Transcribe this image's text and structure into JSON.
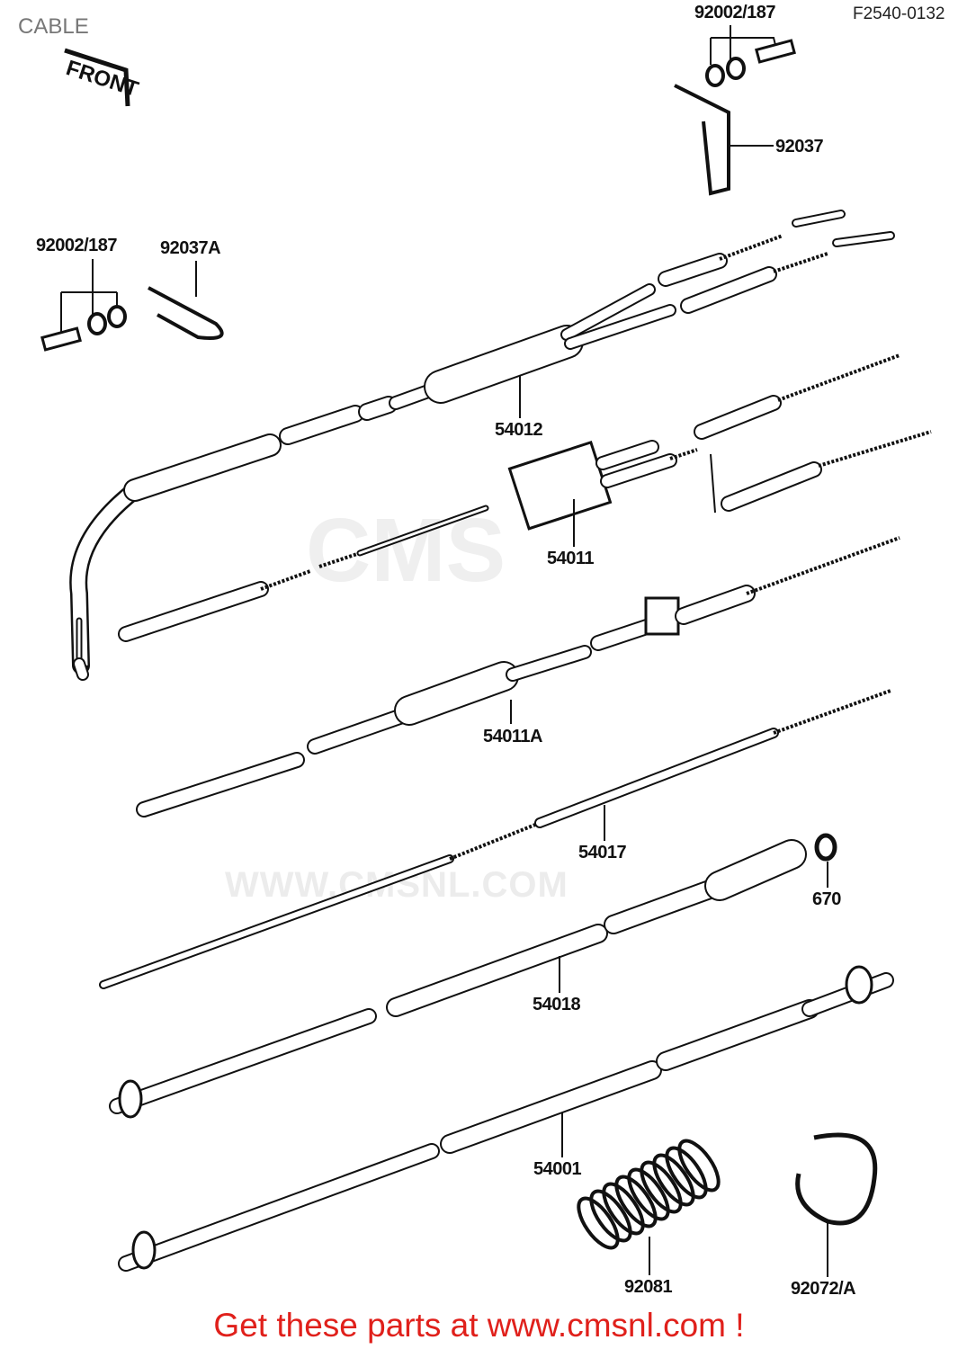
{
  "title": "CABLE",
  "diagram_code": "F2540-0132",
  "front_stamp": "FRONT",
  "watermark": {
    "logo": "CMS",
    "url": "WWW.CMSNL.COM"
  },
  "parts": [
    {
      "id": "bolt-washer-top",
      "label": "92002/187"
    },
    {
      "id": "clamp-top",
      "label": "92037"
    },
    {
      "id": "bolt-washer-left",
      "label": "92002/187"
    },
    {
      "id": "clamp-left",
      "label": "92037A"
    },
    {
      "id": "throttle-cable",
      "label": "54012"
    },
    {
      "id": "choke-cable",
      "label": "54011"
    },
    {
      "id": "cable-54011a",
      "label": "54011A"
    },
    {
      "id": "cable-54017",
      "label": "54017"
    },
    {
      "id": "washer-670",
      "label": "670"
    },
    {
      "id": "cable-54018",
      "label": "54018"
    },
    {
      "id": "cable-54001",
      "label": "54001"
    },
    {
      "id": "spring",
      "label": "92081"
    },
    {
      "id": "band-clamp",
      "label": "92072/A"
    }
  ],
  "footer": "Get these parts at www.cmsnl.com !",
  "colors": {
    "footer": "#e0201b",
    "title": "#777777",
    "line": "#111111"
  }
}
